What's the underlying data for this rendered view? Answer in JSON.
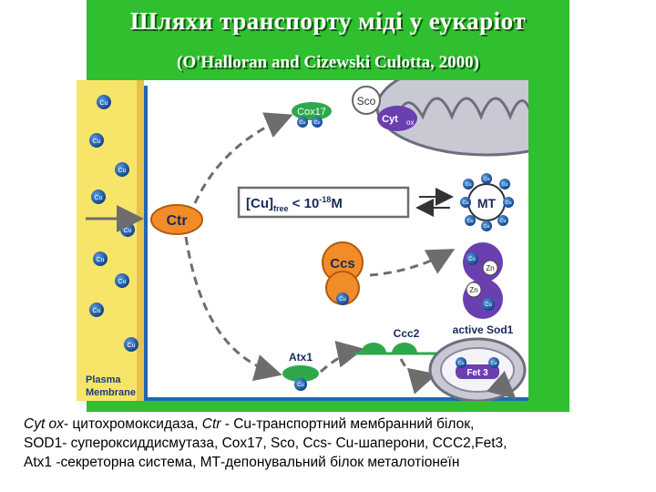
{
  "header": {
    "title": "Шляхи транспорту міді у еукаріот",
    "subtitle": "(O'Halloran and Cizewski Culotta, 2000)"
  },
  "diagram": {
    "cu_label": "Cu",
    "zn_label": "Zn",
    "ctr_label": "Ctr",
    "cox17_label": "Cox17",
    "sco_label": "Sco",
    "cyt_label": "Cyt",
    "cyt_sub": "ox",
    "free_cu_main": "[Cu]",
    "free_cu_sub": "free",
    "free_cu_rest": " < 10",
    "free_cu_exp": "-18",
    "free_cu_unit": "M",
    "mt_label": "MT",
    "ccs_label": "Ccs",
    "sod1_label": "active Sod1",
    "ccc2_label": "Ccc2",
    "atx1_label": "Atx1",
    "fet3_label": "Fet 3",
    "plasma_line1": "Plasma",
    "plasma_line2": "Membrane"
  },
  "caption": {
    "line1_italic": "Cyt ox",
    "line1_a": "- цитохромоксидаза, ",
    "line1_italic2": "Ctr",
    "line1_b": " - Cu-транспортний мембранний білок,",
    "line2": "SOD1- супероксиддисмутаза, Cox17, Sco, Ccs- Cu-шаперони, CCC2,Fet3,",
    "line3": "Atx1 -секреторна система, МТ-депонувальний білок металотіонеїн"
  },
  "colors": {
    "background_green": "#2fbf2f",
    "membrane_yellow": "#f7e56a",
    "cu_blue": "#1a5fb4",
    "orange": "#f28c28",
    "green_protein": "#2ea84a",
    "purple": "#6a3fb0",
    "mito_gray": "#c9c9d4",
    "arrow_gray": "#6d6d6d"
  }
}
